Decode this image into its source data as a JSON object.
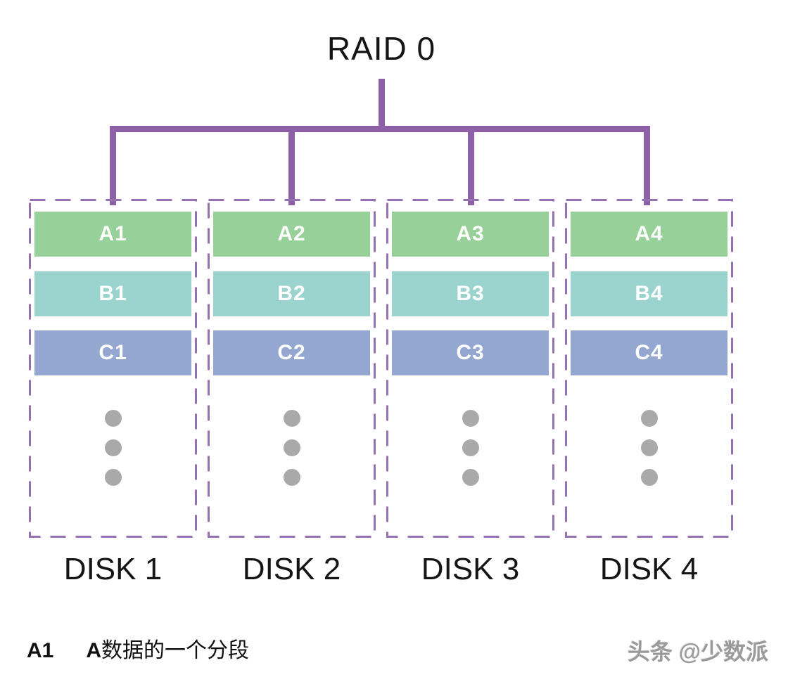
{
  "title": "RAID 0",
  "colors": {
    "connector_purple": "#8d60a8",
    "stripe_row_a": "#97d098",
    "stripe_row_b": "#9bd4cf",
    "stripe_row_c": "#93a7d0",
    "ellipsis_dot": "#a9a9a9",
    "block_text": "#ffffff",
    "label_text": "#151515",
    "watermark_gray": "#9a9a9a"
  },
  "disks": [
    {
      "label": "DISK 1",
      "blocks": [
        "A1",
        "B1",
        "C1"
      ]
    },
    {
      "label": "DISK 2",
      "blocks": [
        "A2",
        "B2",
        "C2"
      ]
    },
    {
      "label": "DISK 3",
      "blocks": [
        "A3",
        "B3",
        "C3"
      ]
    },
    {
      "label": "DISK 4",
      "blocks": [
        "A4",
        "B4",
        "C4"
      ]
    }
  ],
  "legend": {
    "key": "A1",
    "desc_bold": "A",
    "desc": "数据的一个分段"
  },
  "watermark": "头条 @少数派"
}
